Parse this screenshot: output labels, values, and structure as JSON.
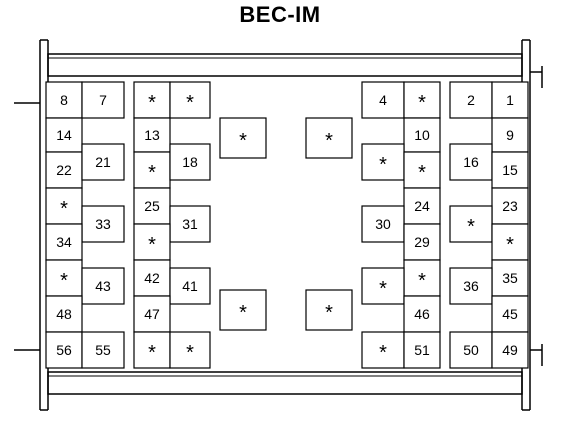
{
  "title": "BEC-IM",
  "cells": [
    {
      "id": "c1",
      "label": "8"
    },
    {
      "id": "c2",
      "label": "7"
    },
    {
      "id": "c3",
      "label": "*"
    },
    {
      "id": "c4",
      "label": "*"
    },
    {
      "id": "c5",
      "label": "4"
    },
    {
      "id": "c6",
      "label": "*"
    },
    {
      "id": "c7",
      "label": "2"
    },
    {
      "id": "c8",
      "label": "1"
    },
    {
      "id": "c9",
      "label": "14"
    },
    {
      "id": "c10",
      "label": "13"
    },
    {
      "id": "c11",
      "label": "*"
    },
    {
      "id": "c12",
      "label": "*"
    },
    {
      "id": "c13",
      "label": "10"
    },
    {
      "id": "c14",
      "label": "9"
    },
    {
      "id": "c15",
      "label": "22"
    },
    {
      "id": "c16",
      "label": "21"
    },
    {
      "id": "c17",
      "label": "*"
    },
    {
      "id": "c18",
      "label": "18"
    },
    {
      "id": "c19",
      "label": "*"
    },
    {
      "id": "c20",
      "label": "*"
    },
    {
      "id": "c21",
      "label": "16"
    },
    {
      "id": "c22",
      "label": "15"
    },
    {
      "id": "c23",
      "label": "*"
    },
    {
      "id": "c24",
      "label": "25"
    },
    {
      "id": "c25",
      "label": "24"
    },
    {
      "id": "c26",
      "label": "23"
    },
    {
      "id": "c27",
      "label": "33"
    },
    {
      "id": "c28",
      "label": "31"
    },
    {
      "id": "c29",
      "label": "30"
    },
    {
      "id": "c30",
      "label": "*"
    },
    {
      "id": "c31",
      "label": "34"
    },
    {
      "id": "c32",
      "label": "*"
    },
    {
      "id": "c33",
      "label": "29"
    },
    {
      "id": "c34",
      "label": "*"
    },
    {
      "id": "c35",
      "label": "*"
    },
    {
      "id": "c36",
      "label": "42"
    },
    {
      "id": "c37",
      "label": "*"
    },
    {
      "id": "c38",
      "label": "35"
    },
    {
      "id": "c39",
      "label": "43"
    },
    {
      "id": "c40",
      "label": "41"
    },
    {
      "id": "c41",
      "label": "*"
    },
    {
      "id": "c42",
      "label": "36"
    },
    {
      "id": "c43",
      "label": "48"
    },
    {
      "id": "c44",
      "label": "47"
    },
    {
      "id": "c45",
      "label": "*"
    },
    {
      "id": "c46",
      "label": "*"
    },
    {
      "id": "c47",
      "label": "46"
    },
    {
      "id": "c48",
      "label": "45"
    },
    {
      "id": "c49",
      "label": "56"
    },
    {
      "id": "c50",
      "label": "55"
    },
    {
      "id": "c51",
      "label": "*"
    },
    {
      "id": "c52",
      "label": "*"
    },
    {
      "id": "c53",
      "label": "*"
    },
    {
      "id": "c54",
      "label": "51"
    },
    {
      "id": "c55",
      "label": "50"
    },
    {
      "id": "c56",
      "label": "49"
    }
  ]
}
